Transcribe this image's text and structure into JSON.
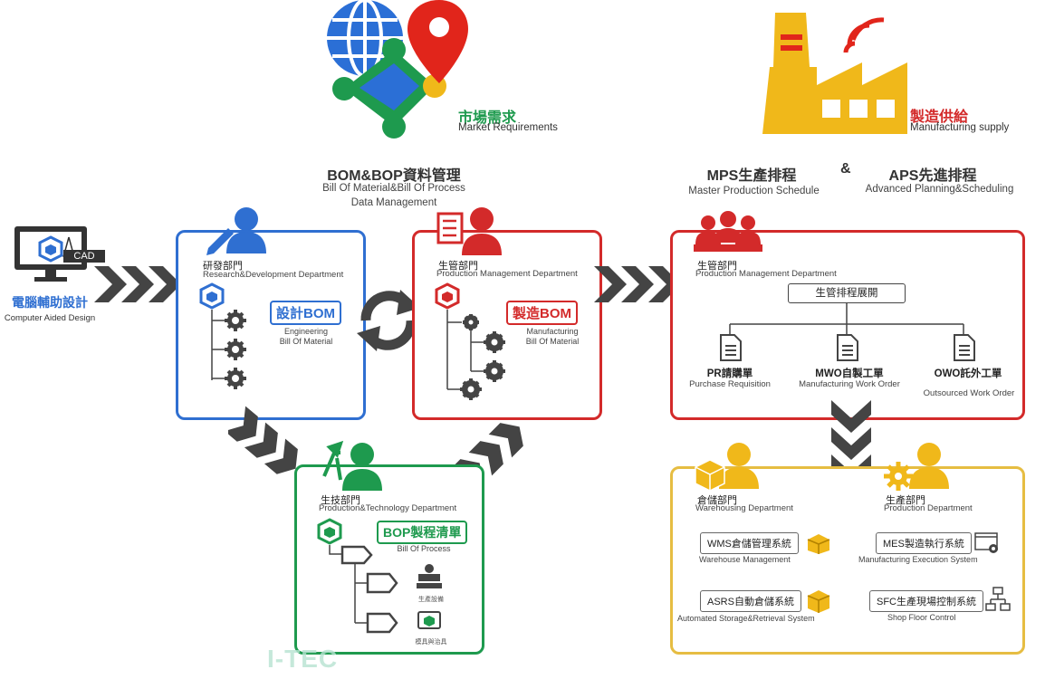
{
  "header": {
    "market_zh": "市場需求",
    "market_en": "Market Requirements",
    "mfg_zh": "製造供給",
    "mfg_en": "Manufacturing supply",
    "bom_title": "BOM&BOP資料管理",
    "bom_sub1": "Bill Of Material&Bill Of Process",
    "bom_sub2": "Data Management",
    "mps_title": "MPS生產排程",
    "mps_sub": "Master Production Schedule",
    "amp": "&",
    "aps_title": "APS先進排程",
    "aps_sub": "Advanced Planning&Scheduling"
  },
  "cad": {
    "badge": "CAD",
    "zh": "電腦輔助設計",
    "en": "Computer Aided Design"
  },
  "rd": {
    "zh": "研發部門",
    "en": "Research&Development Department",
    "bom": "設計BOM",
    "bom_en1": "Engineering",
    "bom_en2": "Bill Of Material"
  },
  "pm": {
    "zh": "生管部門",
    "en": "Production Management Department",
    "bom": "製造BOM",
    "bom_en1": "Manufacturing",
    "bom_en2": "Bill Of Material"
  },
  "pt": {
    "zh": "生技部門",
    "en": "Production&Technology Department",
    "bop": "BOP製程清單",
    "bop_en": "Bill Of Process",
    "equip": "生產設備",
    "mold": "模具與治具"
  },
  "schedule": {
    "zh": "生管部門",
    "en": "Production Management Department",
    "expand": "生管排程展開",
    "docs": [
      {
        "zh": "PR請購單",
        "en": "Purchase Requisition"
      },
      {
        "zh": "MWO自製工單",
        "en": "Manufacturing Work Order"
      },
      {
        "zh": "OWO託外工單",
        "en": "Outsourced Work Order"
      }
    ]
  },
  "wh": {
    "zh": "倉儲部門",
    "en": "Warehousing Department",
    "wms": "WMS倉儲管理系統",
    "wms_en": "Warehouse Management",
    "asrs": "ASRS自動倉儲系統",
    "asrs_en": "Automated Storage&Retrieval System"
  },
  "prod": {
    "zh": "生產部門",
    "en": "Production Department",
    "mes": "MES製造執行系統",
    "mes_en": "Manufacturing Execution System",
    "sfc": "SFC生產現場控制系統",
    "sfc_en": "Shop Floor Control"
  },
  "watermark": "I-TEC",
  "colors": {
    "blue": "#2f6fd1",
    "red": "#d32a2a",
    "green": "#1e9a4e",
    "gold": "#f0b81a",
    "dark": "#444444"
  }
}
